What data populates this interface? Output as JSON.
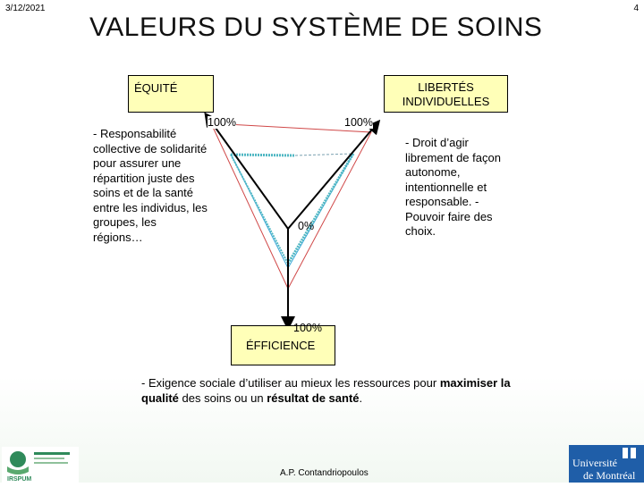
{
  "header": {
    "date": "3/12/2021",
    "page_number": "4",
    "title": "VALEURS DU SYSTÈME DE SOINS"
  },
  "diagram": {
    "equite": {
      "label": "ÉQUITÉ",
      "description": "- Responsabilité collective de solidarité pour assurer une répartition juste des soins et de la santé entre les individus, les groupes, les régions…"
    },
    "libertes": {
      "label": "LIBERTÉS INDIVIDUELLES",
      "description": "- Droit d’agir librement de façon autonome, intentionnelle et responsable. - Pouvoir faire des choix."
    },
    "efficience": {
      "label": "ÉFFICIENCE",
      "description_pre": "- Exigence sociale d’utiliser au mieux les ressources pour ",
      "description_bold1": "maximiser la qualité",
      "description_mid": " des soins ou un ",
      "description_bold2": "résultat de santé",
      "description_post": "."
    },
    "percent_left": "100%",
    "percent_right": "100%",
    "percent_center": "0%",
    "percent_bottom": "100%"
  },
  "footer": {
    "author": "A.P. Contandriopoulos",
    "logo_left": "IRSPUM",
    "logo_right_line1": "Université",
    "logo_right_line2": "de Montréal"
  },
  "colors": {
    "box_fill": "#ffffb8",
    "red_line": "#d04848",
    "blue_line": "#3aa8d8",
    "dotted_line": "#4fb7c3",
    "logo_green": "#2f8a5a",
    "logo_blue": "#1f5ea8"
  }
}
